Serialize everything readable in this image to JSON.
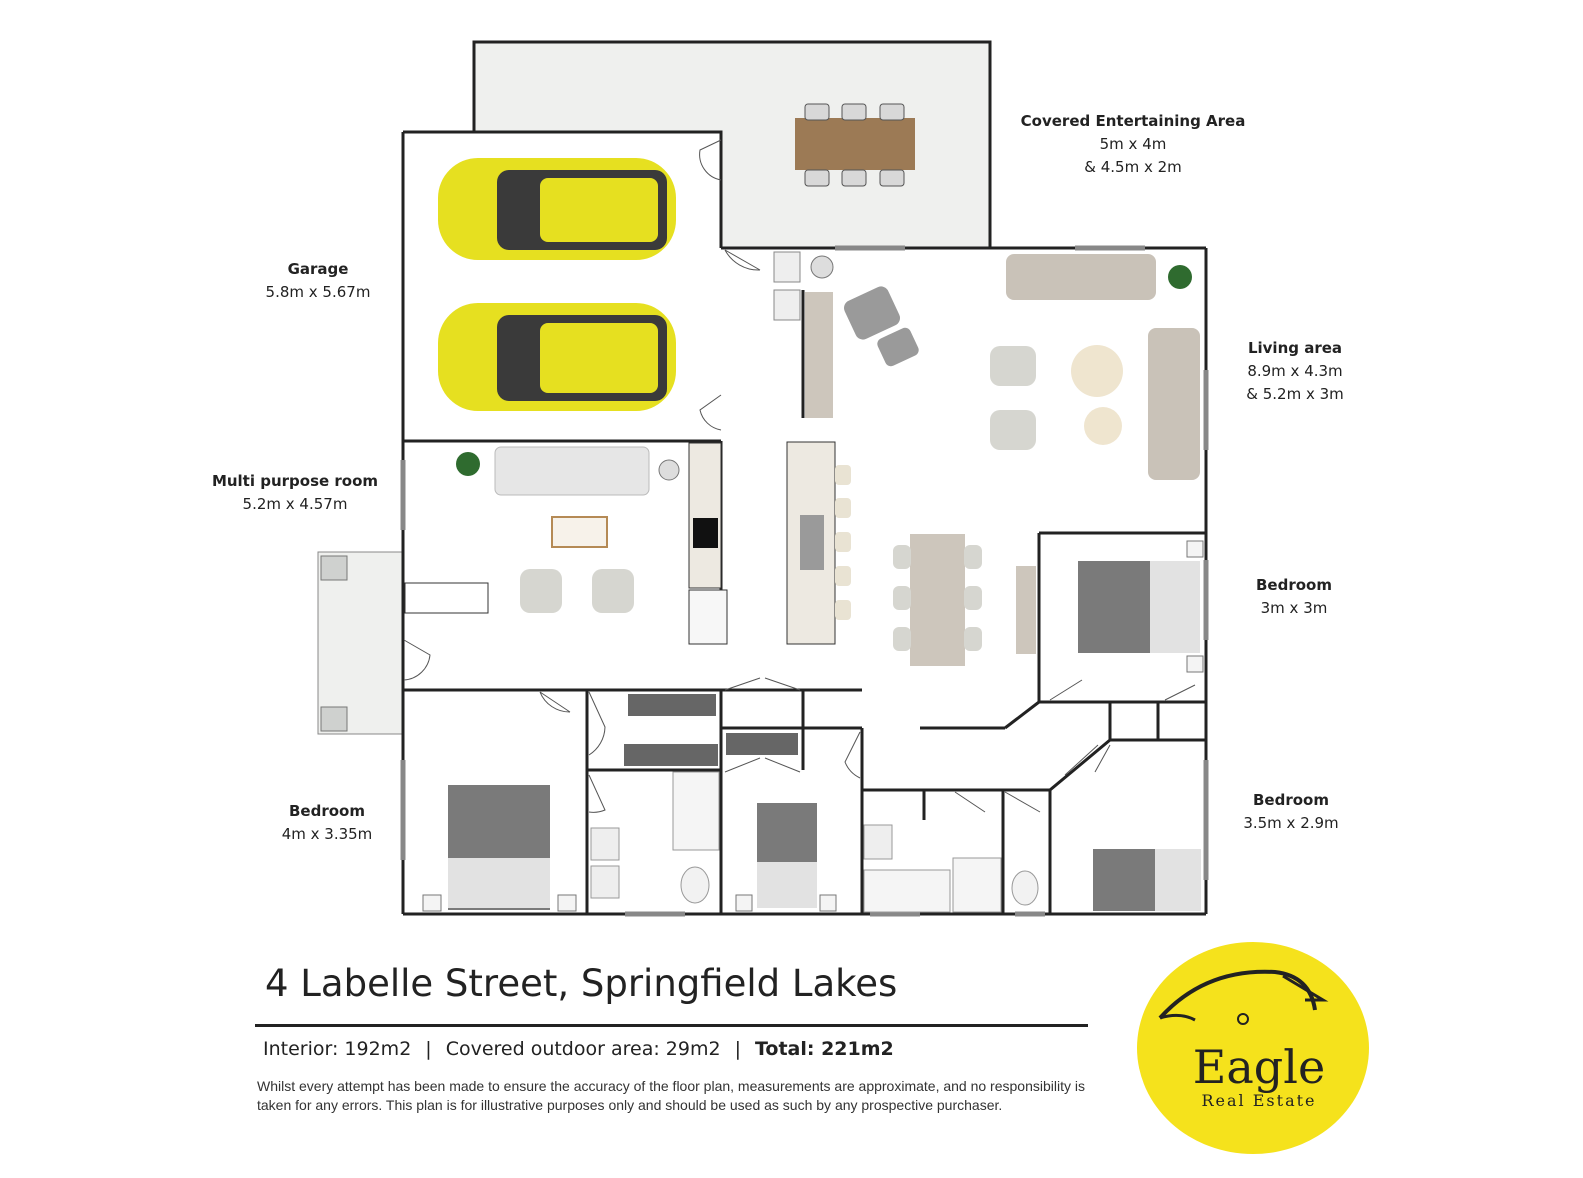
{
  "rooms": [
    {
      "name": "Covered Entertaining Area",
      "dims": [
        "5m x 4m",
        "& 4.5m x 2m"
      ]
    },
    {
      "name": "Garage",
      "dims": [
        "5.8m x 5.67m"
      ]
    },
    {
      "name": "Living area",
      "dims": [
        "8.9m x 4.3m",
        "& 5.2m x 3m"
      ]
    },
    {
      "name": "Multi purpose room",
      "dims": [
        "5.2m x 4.57m"
      ]
    },
    {
      "name": "Bedroom",
      "dims": [
        "3m x 3m"
      ]
    },
    {
      "name": "Bedroom",
      "dims": [
        "4m x 3.35m"
      ]
    },
    {
      "name": "Bedroom",
      "dims": [
        "3.5m x 2.9m"
      ]
    }
  ],
  "address": "4 Labelle Street, Springfield Lakes",
  "stats": {
    "interior": "Interior: 192m2",
    "separator": "|",
    "outdoor": "Covered outdoor area: 29m2",
    "total": "Total: 221m2"
  },
  "disclaimer": "Whilst every attempt has been made to ensure the accuracy of the floor plan, measurements are approximate, and no responsibility is taken for any errors. This plan is for illustrative purposes only and should be used as such by any prospective purchaser.",
  "logo": {
    "name": "Eagle",
    "tagline": "Real Estate"
  },
  "colors": {
    "car": "#e6e020",
    "logo_bg": "#f5e21c",
    "wall": "#222222",
    "floor": "#ffffff",
    "patio": "#f1f2f0",
    "timber": "#9c7a55"
  }
}
